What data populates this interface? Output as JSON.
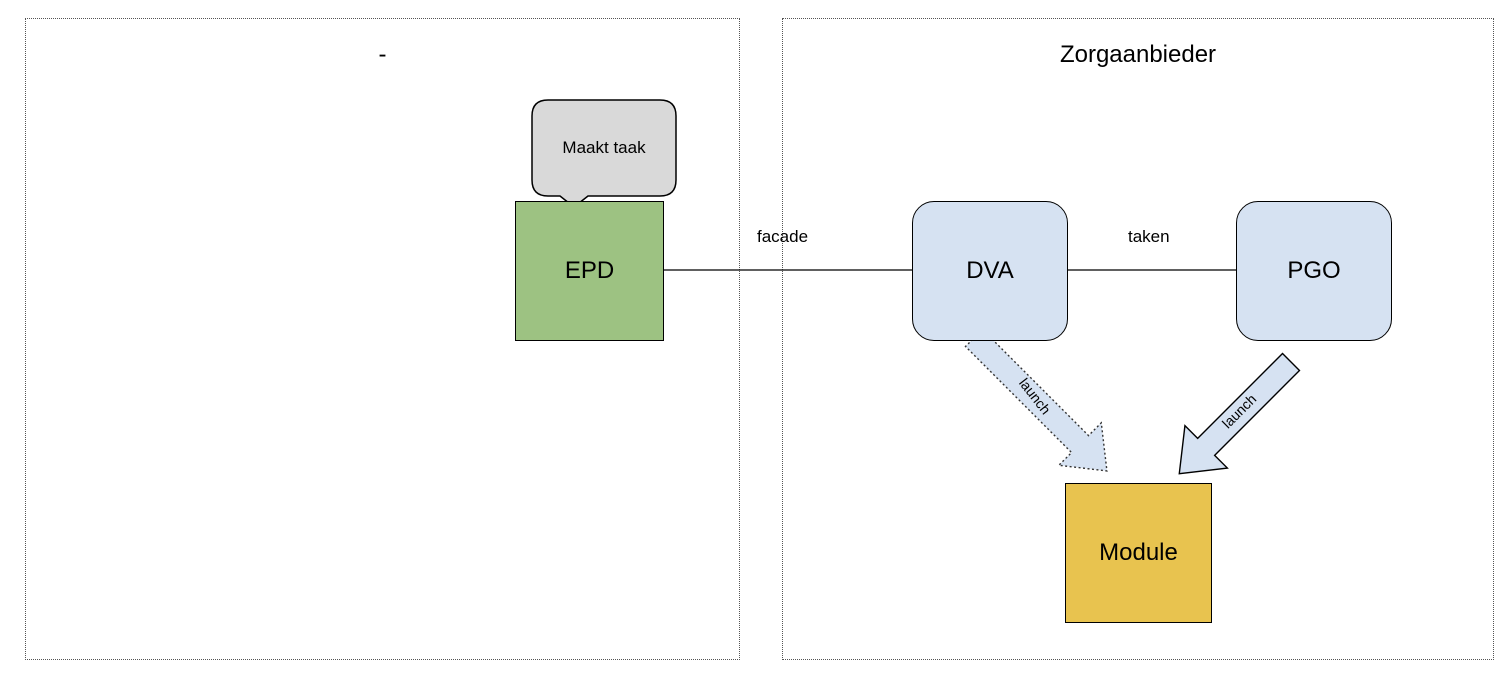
{
  "lanes": {
    "left": {
      "title": "-"
    },
    "right": {
      "title": "Zorgaanbieder"
    }
  },
  "nodes": {
    "callout": {
      "label": "Maakt taak",
      "color": "#d9d9d9"
    },
    "epd": {
      "label": "EPD",
      "color": "#9dc282"
    },
    "dva": {
      "label": "DVA",
      "color": "#d6e2f2"
    },
    "pgo": {
      "label": "PGO",
      "color": "#d6e2f2"
    },
    "module": {
      "label": "Module",
      "color": "#e8c34f"
    }
  },
  "edges": {
    "epd_dva": {
      "label": "facade"
    },
    "dva_pgo": {
      "label": "taken"
    },
    "dva_module": {
      "label": "launch"
    },
    "pgo_module": {
      "label": "launch"
    }
  }
}
